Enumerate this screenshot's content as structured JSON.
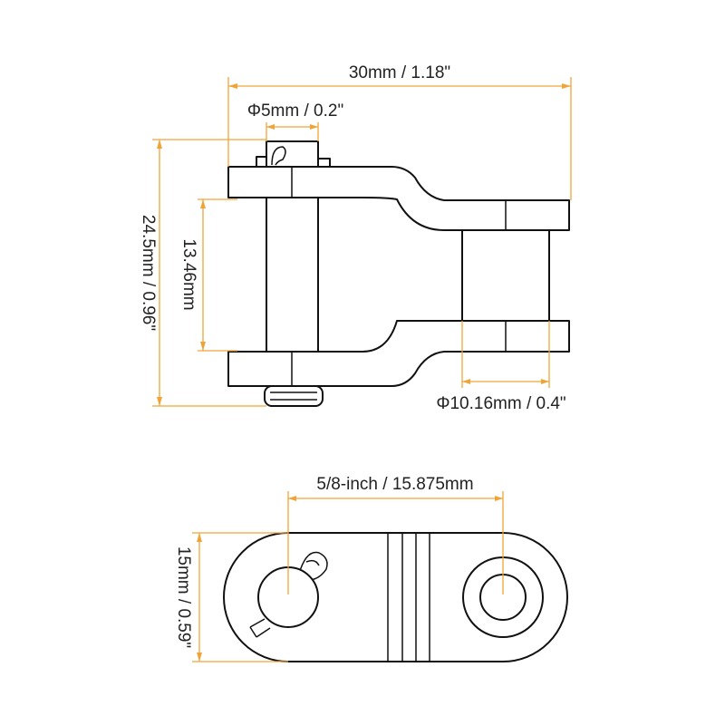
{
  "colors": {
    "dimension": "#f0a437",
    "outline": "#111111",
    "text": "#222222"
  },
  "dimensions": {
    "overall_length": "30mm / 1.18\"",
    "pin_diameter": "Φ5mm / 0.2\"",
    "overall_height": "24.5mm / 0.96\"",
    "inner_width": "13.46mm",
    "roller_diameter": "Φ10.16mm / 0.4\"",
    "pitch": "5/8-inch / 15.875mm",
    "plate_height": "15mm / 0.59\""
  }
}
